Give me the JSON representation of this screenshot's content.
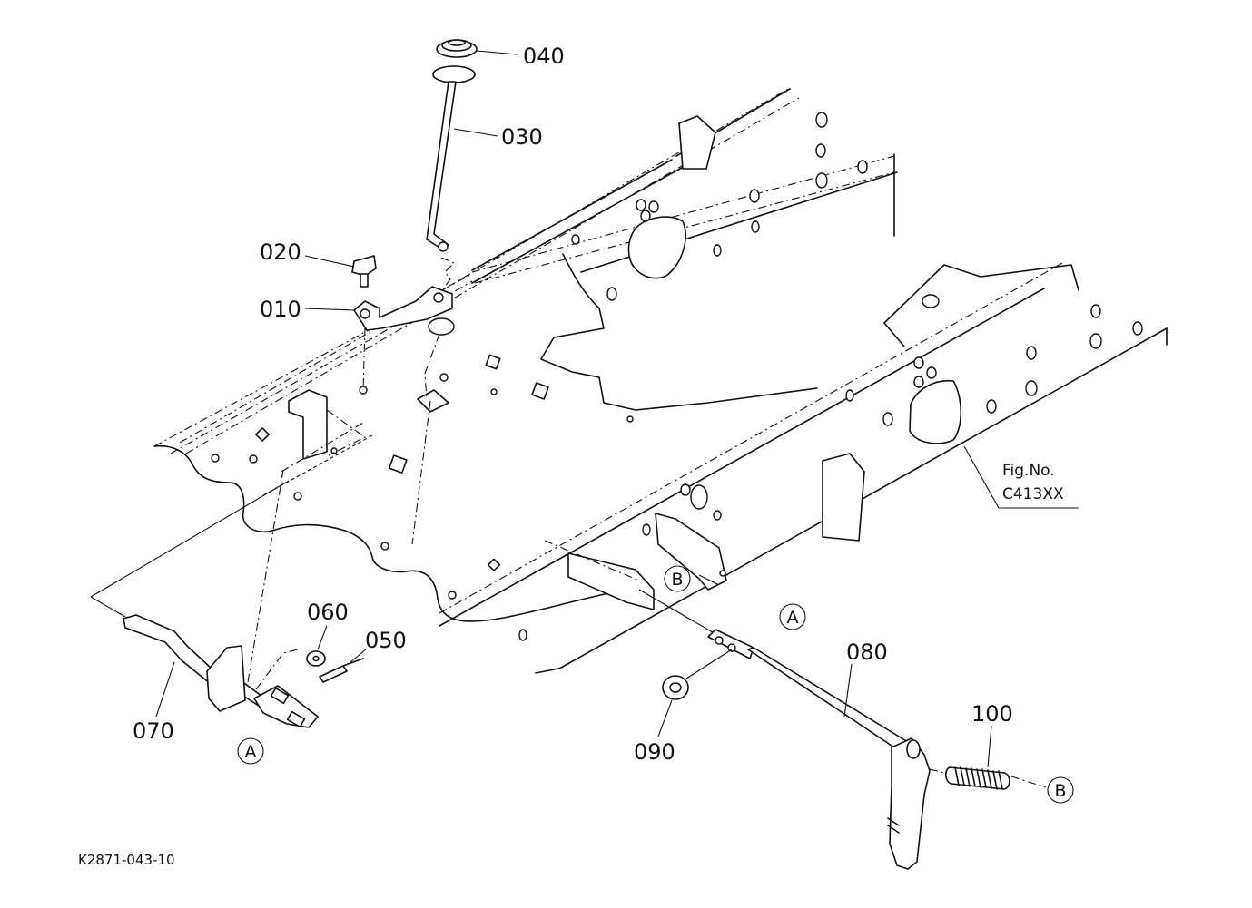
{
  "figure": {
    "fig_label": "Fig.No.",
    "fig_code": "C413XX",
    "drawing_code": "K2871-043-10"
  },
  "parts": [
    {
      "id": "p010",
      "number": "010"
    },
    {
      "id": "p020",
      "number": "020"
    },
    {
      "id": "p030",
      "number": "030"
    },
    {
      "id": "p040",
      "number": "040"
    },
    {
      "id": "p050",
      "number": "050"
    },
    {
      "id": "p060",
      "number": "060"
    },
    {
      "id": "p070",
      "number": "070"
    },
    {
      "id": "p080",
      "number": "080"
    },
    {
      "id": "p090",
      "number": "090"
    },
    {
      "id": "p100",
      "number": "100"
    }
  ],
  "reference_marks": {
    "a": "A",
    "b": "B"
  }
}
